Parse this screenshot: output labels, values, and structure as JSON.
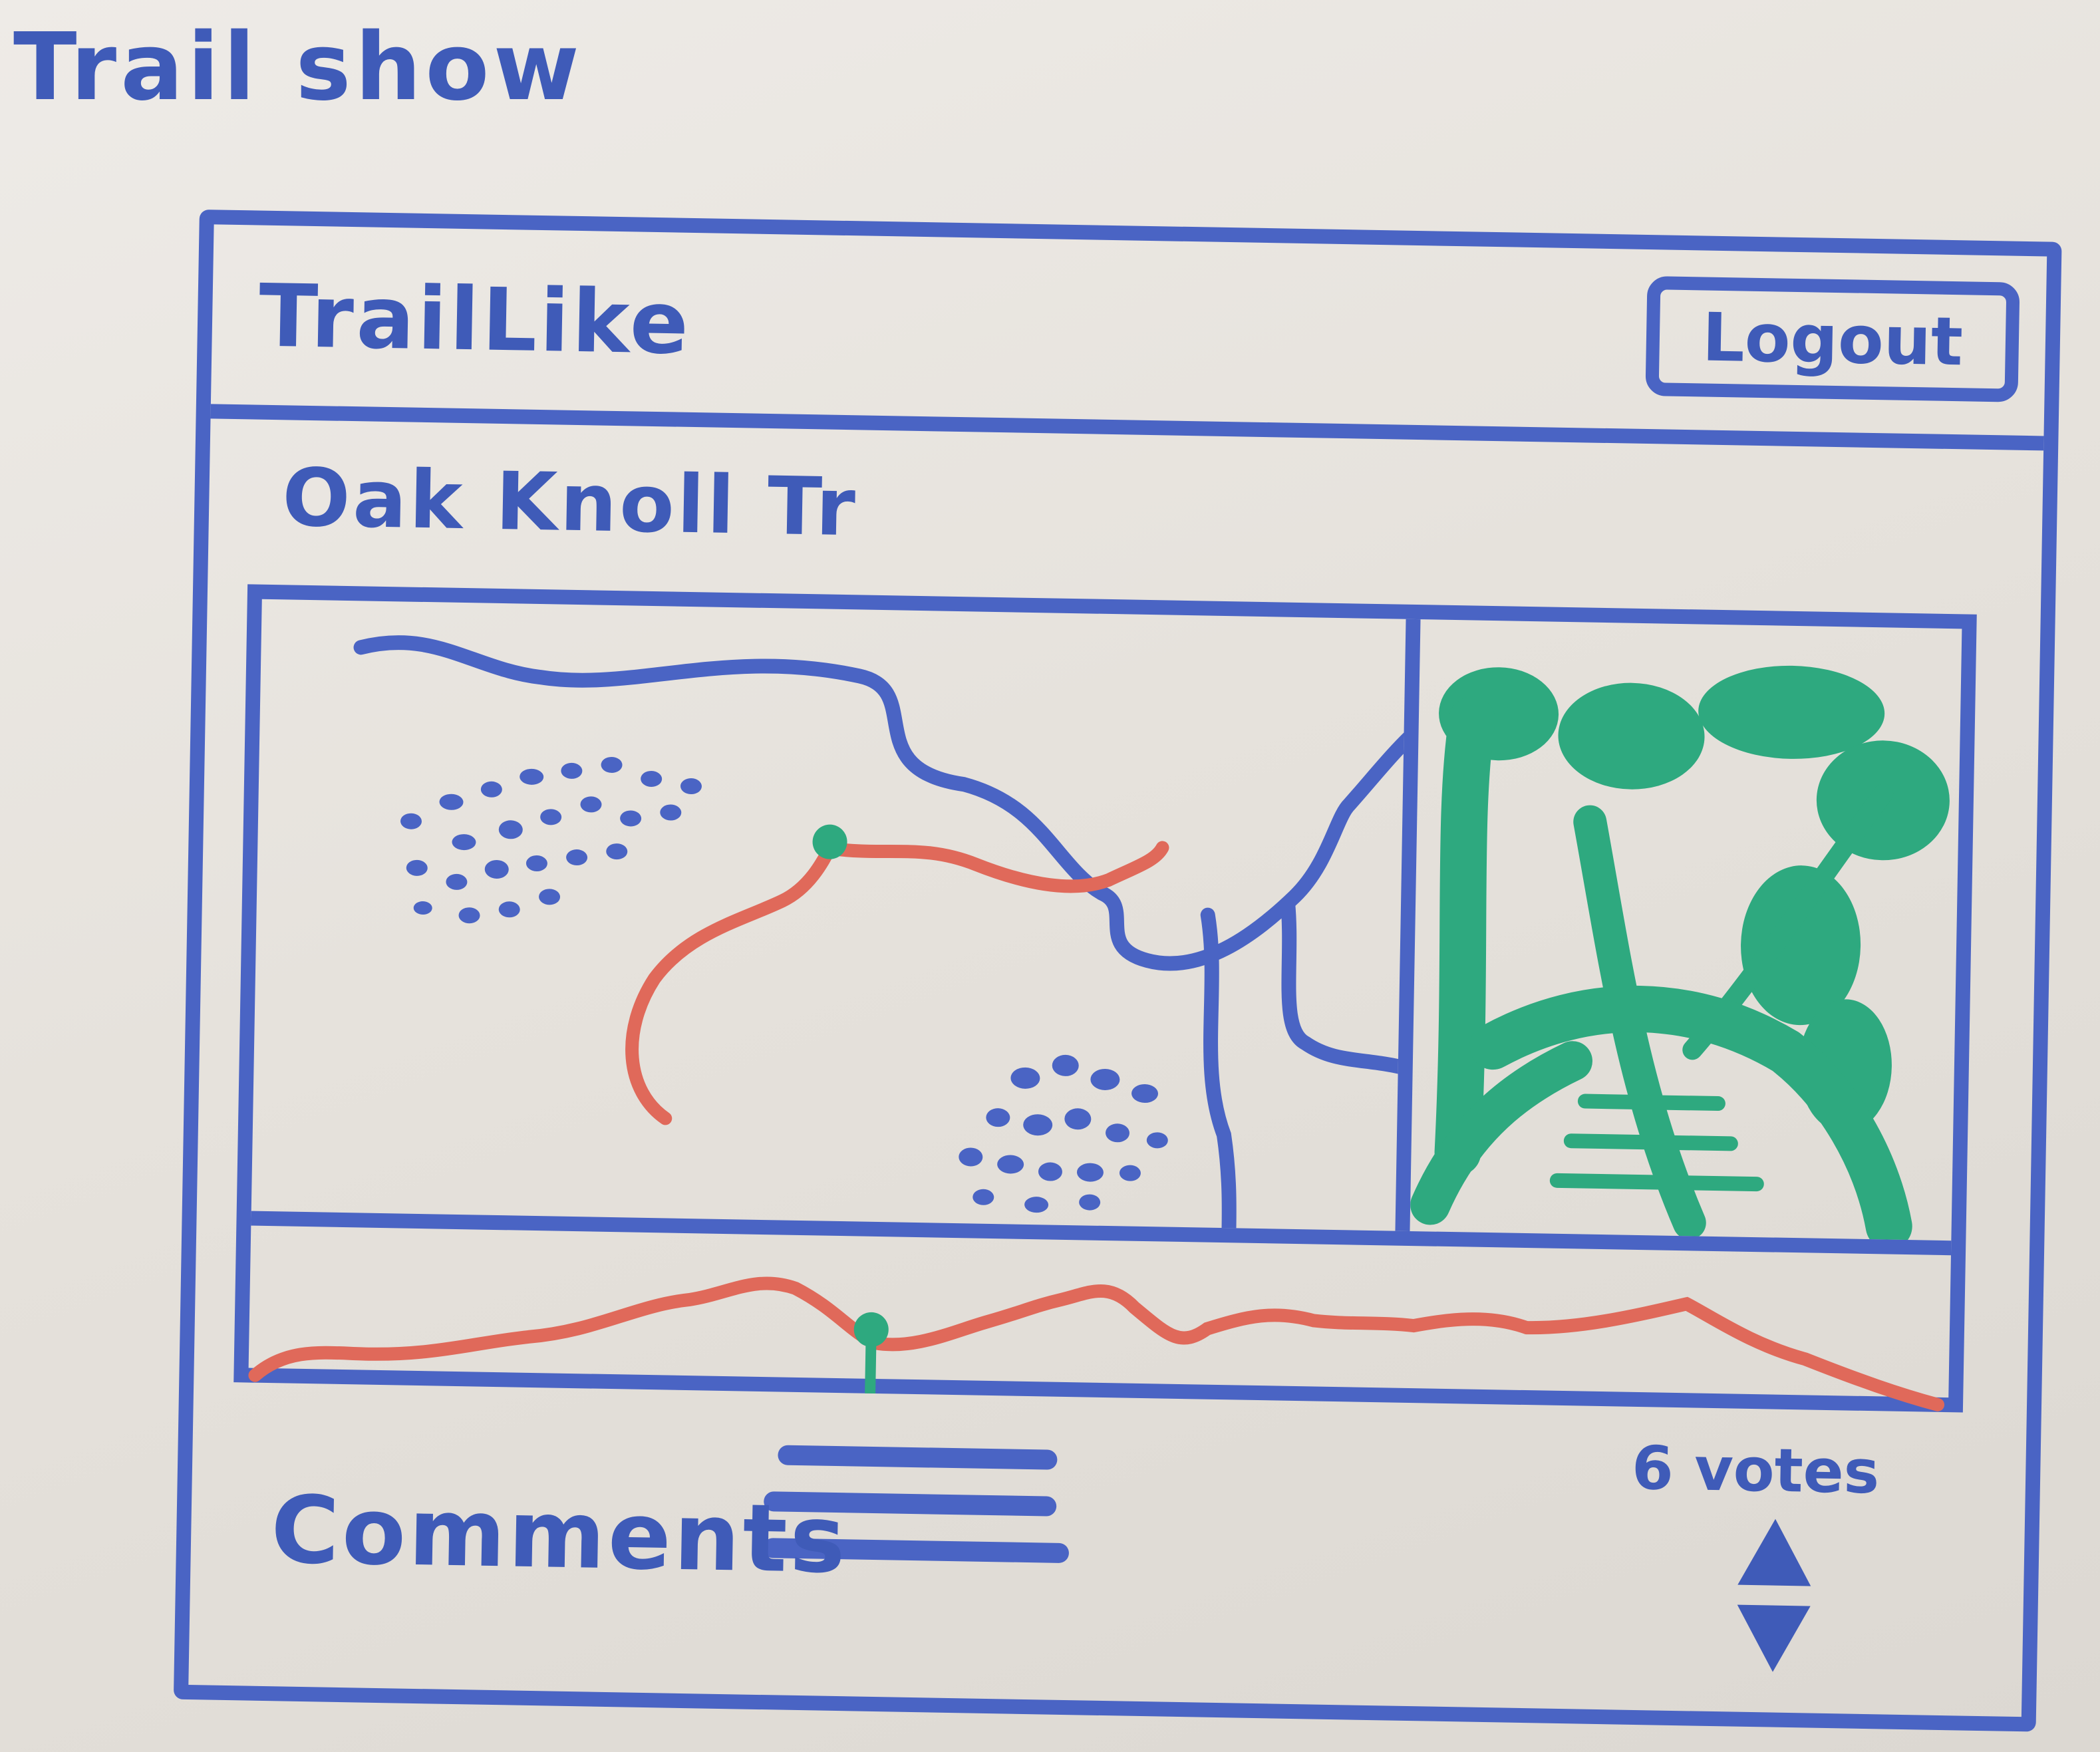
{
  "sketch_title": "Trail show",
  "header": {
    "app_name": "TrailLike",
    "logout_label": "Logout"
  },
  "trail": {
    "name": "Oak Knoll Tr"
  },
  "comments": {
    "heading": "Comments",
    "lines": 3
  },
  "votes": {
    "label": "6 votes"
  },
  "colors": {
    "marker_blue": "#4a64c4",
    "trail_red": "#e0695a",
    "marker_green": "#2ea97f",
    "board": "#e8e4df"
  },
  "icons": {
    "upvote": "triangle-up-icon",
    "downvote": "triangle-down-icon",
    "position_marker": "green-dot-icon"
  }
}
